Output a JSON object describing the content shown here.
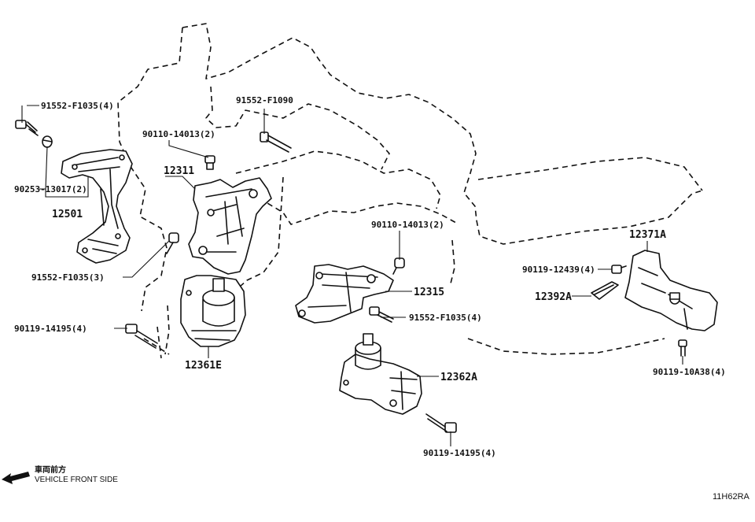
{
  "labels": {
    "p91552_f1035_4": "91552-F1035(4)",
    "p90253_13017_2": "90253-13017(2)",
    "p12501": "12501",
    "p91552_f1090": "91552-F1090",
    "p90110_14013_2_a": "90110-14013(2)",
    "p12311": "12311",
    "p91552_f1035_3": "91552-F1035(3)",
    "p90119_14195_4_a": "90119-14195(4)",
    "p12361e": "12361E",
    "p90110_14013_2_b": "90110-14013(2)",
    "p12315": "12315",
    "p91552_f1035_4_b": "91552-F1035(4)",
    "p12362a": "12362A",
    "p90119_14195_4_b": "90119-14195(4)",
    "p12371a": "12371A",
    "p90119_12439_4": "90119-12439(4)",
    "p12392a": "12392A",
    "p90119_10a38_4": "90119-10A38(4)"
  },
  "front_side": {
    "japanese": "車両前方",
    "english": "VEHICLE FRONT SIDE"
  },
  "diagram_code": "11H62RA"
}
